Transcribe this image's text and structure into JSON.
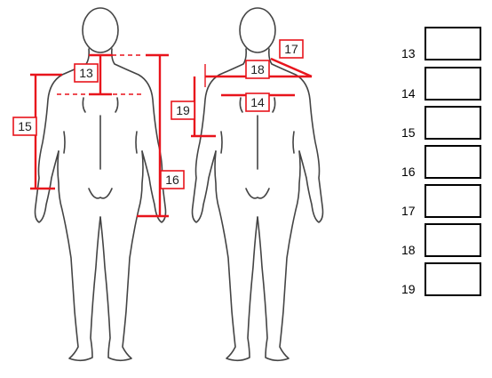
{
  "figure_labels": {
    "m13": "13",
    "m14": "14",
    "m15": "15",
    "m16": "16",
    "m17": "17",
    "m18": "18",
    "m19": "19"
  },
  "inputs": [
    {
      "id": "13",
      "label": "13",
      "value": ""
    },
    {
      "id": "14",
      "label": "14",
      "value": ""
    },
    {
      "id": "15",
      "label": "15",
      "value": ""
    },
    {
      "id": "16",
      "label": "16",
      "value": ""
    },
    {
      "id": "17",
      "label": "17",
      "value": ""
    },
    {
      "id": "18",
      "label": "18",
      "value": ""
    },
    {
      "id": "19",
      "label": "19",
      "value": ""
    }
  ],
  "colors": {
    "measure_line": "#e8141c",
    "outline": "#444444"
  }
}
